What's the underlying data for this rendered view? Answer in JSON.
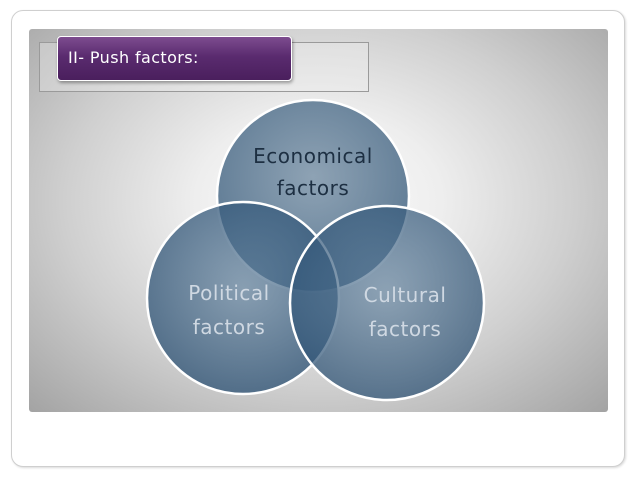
{
  "title": "II- Push factors:",
  "diagram": {
    "type": "venn",
    "sets": [
      {
        "id": "economical",
        "lines": [
          "Economical",
          "factors"
        ]
      },
      {
        "id": "political",
        "lines": [
          "Political",
          "factors"
        ]
      },
      {
        "id": "cultural",
        "lines": [
          "Cultural",
          "factors"
        ]
      }
    ]
  },
  "colors": {
    "accent_purple": "#5a2b6f",
    "circle_fill": "#2e5478",
    "circle_edge": "#ffffff",
    "label_top": "#1d2f42",
    "label_bottom": "#cfd8e2"
  }
}
